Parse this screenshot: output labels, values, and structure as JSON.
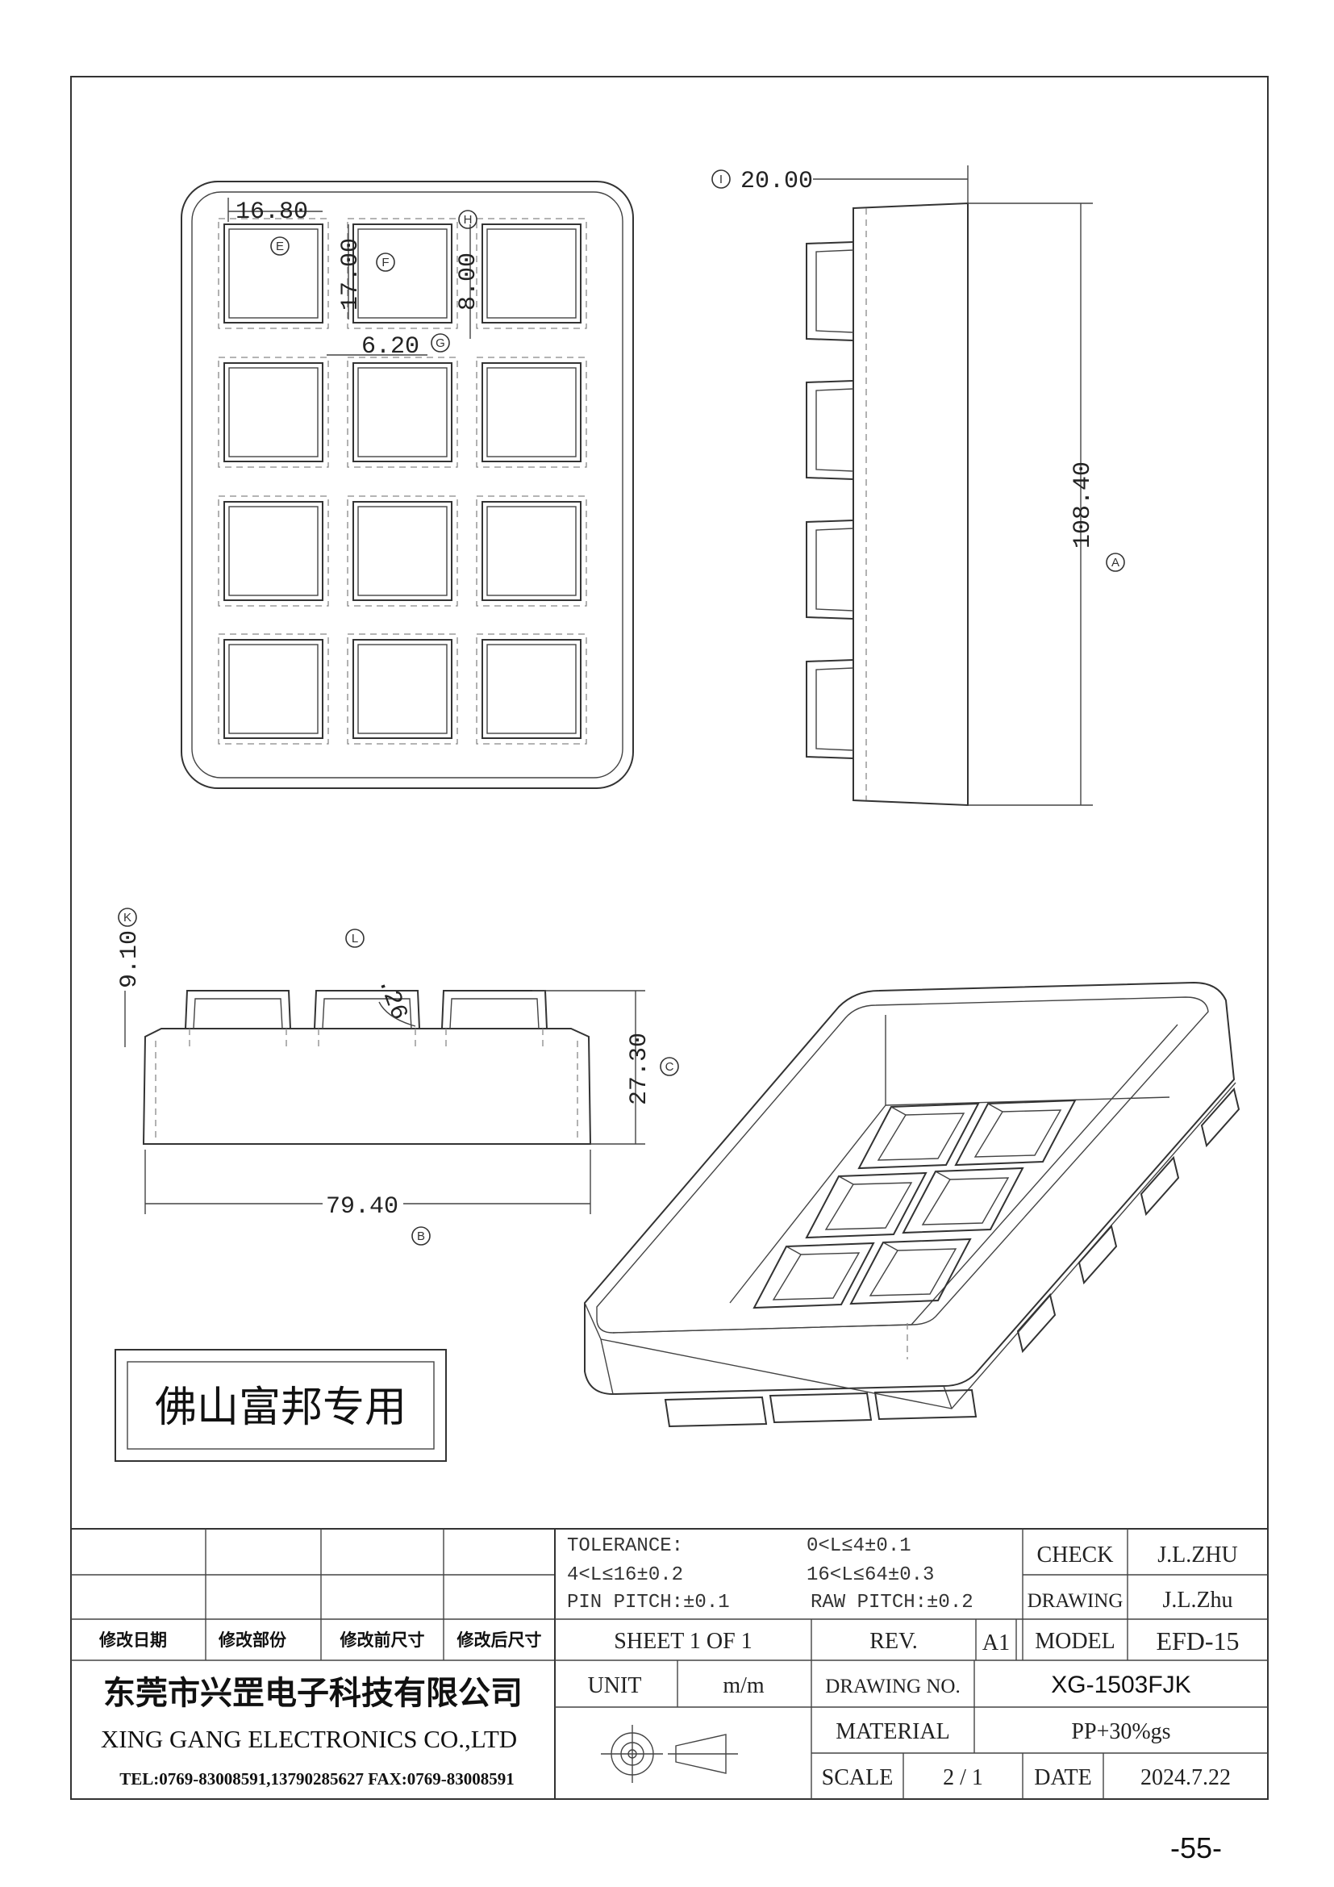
{
  "dimensions": {
    "d_16_80": "16.80",
    "d_17_00": "17.00",
    "d_8_00": "8.00",
    "d_6_20": "6.20",
    "d_20_00": "20.00",
    "d_108_40": "108.40",
    "d_9_10": "9.10",
    "d_r26": ".26",
    "d_27_30": "27.30",
    "d_79_40": "79.40"
  },
  "callouts": {
    "a": "A",
    "b": "B",
    "c": "C",
    "e": "E",
    "f": "F",
    "g": "G",
    "h": "H",
    "i": "I",
    "k": "K",
    "l": "L"
  },
  "stamp_text": "佛山富邦专用",
  "title_block": {
    "tolerance_label": "TOLERANCE:",
    "tol_1": "0<L≤4±0.1",
    "tol_2": "4<L≤16±0.2",
    "tol_3": "16<L≤64±0.3",
    "pin_pitch": "PIN PITCH:±0.1",
    "raw_pitch": "RAW PITCH:±0.2",
    "check_label": "CHECK",
    "check_value": "J.L.ZHU",
    "drawing_label": "DRAWING",
    "drawing_value": "J.L.Zhu",
    "rev_headers": [
      "修改日期",
      "修改部份",
      "修改前尺寸",
      "修改后尺寸"
    ],
    "sheet": "SHEET 1 OF 1",
    "rev_label": "REV.",
    "rev_value": "A1",
    "model_label": "MODEL",
    "model_value": "EFD-15",
    "unit_label": "UNIT",
    "unit_value": "m/m",
    "drawing_no_label": "DRAWING NO.",
    "drawing_no_value": "XG-1503FJK",
    "material_label": "MATERIAL",
    "material_value": "PP+30%gs",
    "scale_label": "SCALE",
    "scale_value": "2 / 1",
    "date_label": "DATE",
    "date_value": "2024.7.22"
  },
  "company": {
    "name_cn": "东莞市兴罡电子科技有限公司",
    "name_en": "XING GANG ELECTRONICS CO.,LTD",
    "contact": "TEL:0769-83008591,13790285627 FAX:0769-83008591"
  },
  "page_number": "-55-"
}
